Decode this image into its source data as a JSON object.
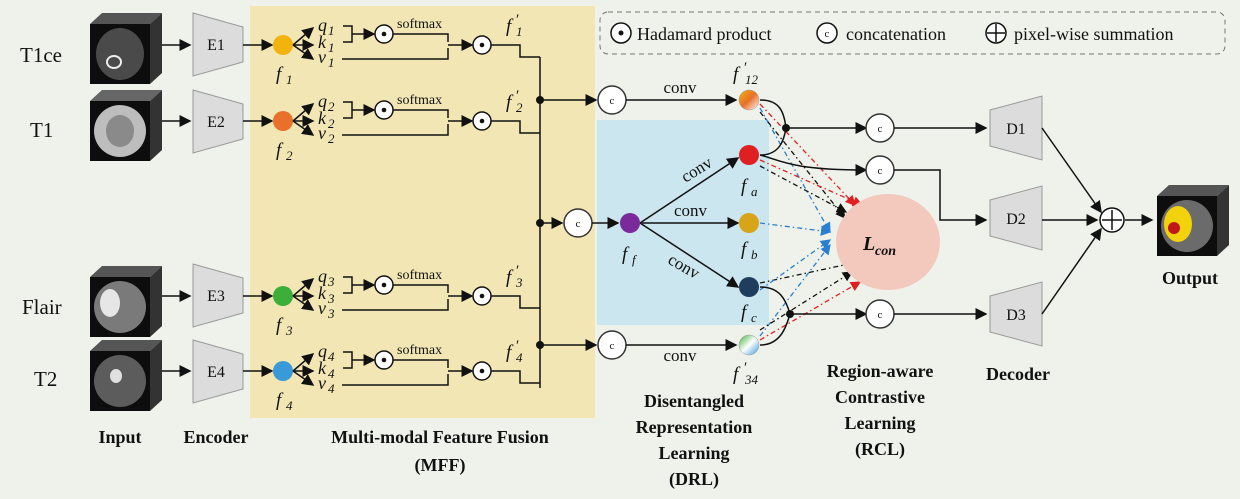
{
  "legend": {
    "hadamard": "Hadamard product",
    "concat_symbol": "c",
    "concatenation": "concatenation",
    "summation": "pixel-wise summation"
  },
  "inputs": [
    {
      "label": "T1ce"
    },
    {
      "label": "T1"
    },
    {
      "label": "Flair"
    },
    {
      "label": "T2"
    }
  ],
  "encoders": [
    "E1",
    "E2",
    "E3",
    "E4"
  ],
  "features": [
    {
      "base": "f",
      "sub": "1",
      "color": "#f2b40c",
      "q": "q",
      "k": "k",
      "v": "v",
      "softmax": "softmax",
      "out": "f",
      "out_sub": "1",
      "prime": "′"
    },
    {
      "base": "f",
      "sub": "2",
      "color": "#e8702a",
      "q": "q",
      "k": "k",
      "v": "v",
      "softmax": "softmax",
      "out": "f",
      "out_sub": "2",
      "prime": "′"
    },
    {
      "base": "f",
      "sub": "3",
      "color": "#3cae3a",
      "q": "q",
      "k": "k",
      "v": "v",
      "softmax": "softmax",
      "out": "f",
      "out_sub": "3",
      "prime": "′"
    },
    {
      "base": "f",
      "sub": "4",
      "color": "#3a9ad9",
      "q": "q",
      "k": "k",
      "v": "v",
      "softmax": "softmax",
      "out": "f",
      "out_sub": "4",
      "prime": "′"
    }
  ],
  "drl": {
    "conv": "conv",
    "ff": {
      "base": "f",
      "sub": "f",
      "color": "#7a2a9a"
    },
    "fa": {
      "base": "f",
      "sub": "a",
      "color": "#e02020"
    },
    "fb": {
      "base": "f",
      "sub": "b",
      "color": "#d8a418"
    },
    "fc": {
      "base": "f",
      "sub": "c",
      "color": "#1f3d5c"
    },
    "f12": {
      "base": "f",
      "sub": "12",
      "prime": "′"
    },
    "f34": {
      "base": "f",
      "sub": "34",
      "prime": "′"
    }
  },
  "rcl": {
    "loss_base": "L",
    "loss_sub": "con",
    "loss_color": "#f4c9bd"
  },
  "decoders": [
    "D1",
    "D2",
    "D3"
  ],
  "captions": {
    "input": "Input",
    "encoder": "Encoder",
    "mff_line1": "Multi-modal Feature Fusion",
    "mff_line2": "(MFF)",
    "drl_line1": "Disentangled",
    "drl_line2": "Representation",
    "drl_line3": "Learning",
    "drl_line4": "(DRL)",
    "rcl_line1": "Region-aware",
    "rcl_line2": "Contrastive",
    "rcl_line3": "Learning",
    "rcl_line4": "(RCL)",
    "decoder": "Decoder",
    "output": "Output"
  },
  "colors": {
    "mff_bg": "#f2e7b4",
    "drl_bg": "#cbe6ee",
    "box": "#dcdcdc"
  }
}
